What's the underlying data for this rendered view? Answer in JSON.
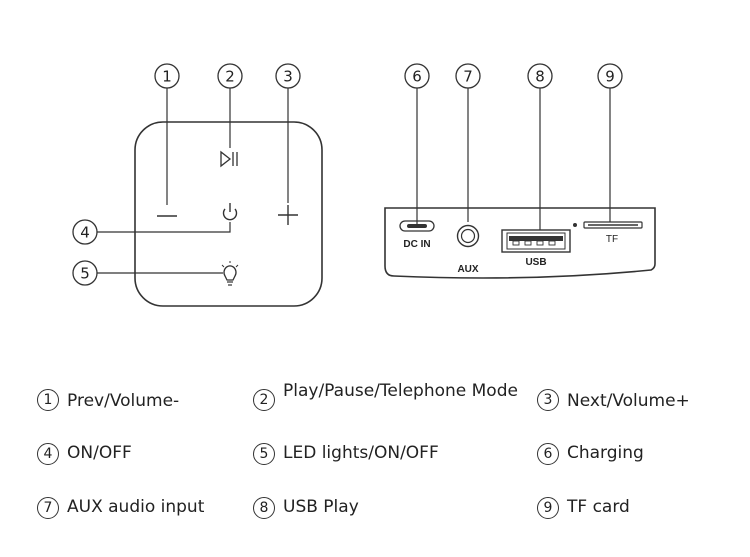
{
  "callouts": [
    "1",
    "2",
    "3",
    "4",
    "5",
    "6",
    "7",
    "8",
    "9"
  ],
  "ports": {
    "dc_in": "DC IN",
    "aux": "AUX",
    "usb": "USB",
    "tf": "TF"
  },
  "legend": [
    {
      "num": "1",
      "label": "Prev/Volume-"
    },
    {
      "num": "2",
      "label": "Play/Pause/Telephone Mode"
    },
    {
      "num": "3",
      "label": "Next/Volume+"
    },
    {
      "num": "4",
      "label": "ON/OFF"
    },
    {
      "num": "5",
      "label": "LED lights/ON/OFF"
    },
    {
      "num": "6",
      "label": "Charging"
    },
    {
      "num": "7",
      "label": "AUX audio input"
    },
    {
      "num": "8",
      "label": "USB Play"
    },
    {
      "num": "9",
      "label": "TF card"
    }
  ]
}
